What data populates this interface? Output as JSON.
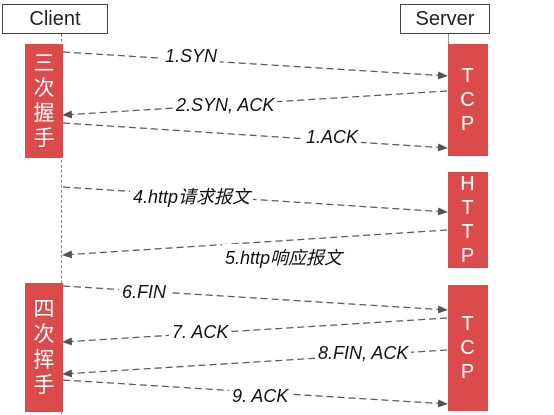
{
  "participants": {
    "client": "Client",
    "server": "Server"
  },
  "phases": {
    "handshake_label": [
      "三",
      "次",
      "握",
      "手"
    ],
    "teardown_label": [
      "四",
      "次",
      "挥",
      "手"
    ],
    "server_tcp_top": [
      "T",
      "C",
      "P"
    ],
    "server_http": [
      "H",
      "T",
      "T",
      "P"
    ],
    "server_tcp_bottom": [
      "T",
      "C",
      "P"
    ]
  },
  "messages": [
    {
      "label": "1.SYN",
      "direction": "client-to-server"
    },
    {
      "label": "2.SYN, ACK",
      "direction": "server-to-client"
    },
    {
      "label": "1.ACK",
      "direction": "client-to-server"
    },
    {
      "label": "4.http请求报文",
      "direction": "client-to-server"
    },
    {
      "label": "5.http响应报文",
      "direction": "server-to-client"
    },
    {
      "label": "6.FIN",
      "direction": "client-to-server"
    },
    {
      "label": "7. ACK",
      "direction": "server-to-client"
    },
    {
      "label": "8.FIN, ACK",
      "direction": "server-to-client"
    },
    {
      "label": "9. ACK",
      "direction": "client-to-server"
    }
  ],
  "colors": {
    "block": "#dc4b4b",
    "arrow": "#555555"
  }
}
